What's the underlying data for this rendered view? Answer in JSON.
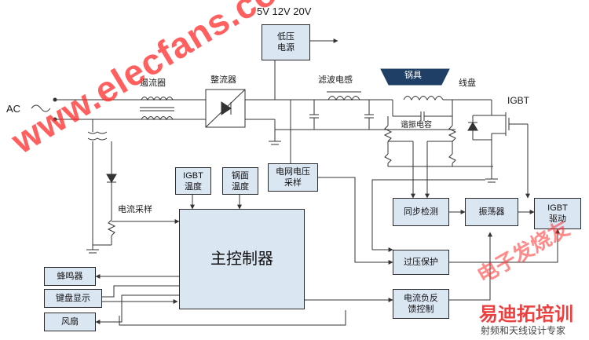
{
  "header": {
    "voltages": "5V 12V 20V"
  },
  "labels": {
    "ac": "AC",
    "emi_coil": "遏流圈",
    "rectifier": "整流器",
    "filter_inductor": "滤波电感",
    "pot": "锅具",
    "coil": "线盘",
    "igbt": "IGBT",
    "resonant_cap": "谐振电容",
    "current_sampling": "电流采样"
  },
  "blocks": {
    "low_voltage_psu": "低压\n电源",
    "igbt_temp": "IGBT\n温度",
    "pot_temp": "锅面\n温度",
    "grid_voltage_sampling": "电网电压\n采样",
    "main_controller": "主控制器",
    "sync_detect": "同步检测",
    "oscillator": "振荡器",
    "igbt_driver": "IGBT\n驱动",
    "overvoltage_protection": "过压保护",
    "current_feedback_control": "电流负反\n馈控制",
    "buzzer": "蜂鸣器",
    "keypad_display": "键盘显示",
    "fan": "风扇"
  },
  "watermarks": {
    "diagonal": "www.elecfans.com",
    "corner_top": "电子发烧友",
    "corner_brand": "易迪拓培训",
    "corner_sub": "射频和天线设计专家"
  },
  "colors": {
    "line": "#333333",
    "block_fill": "#dbe6f3",
    "pot_fill": "#1f3f66",
    "watermark": "#ff2a2a"
  }
}
